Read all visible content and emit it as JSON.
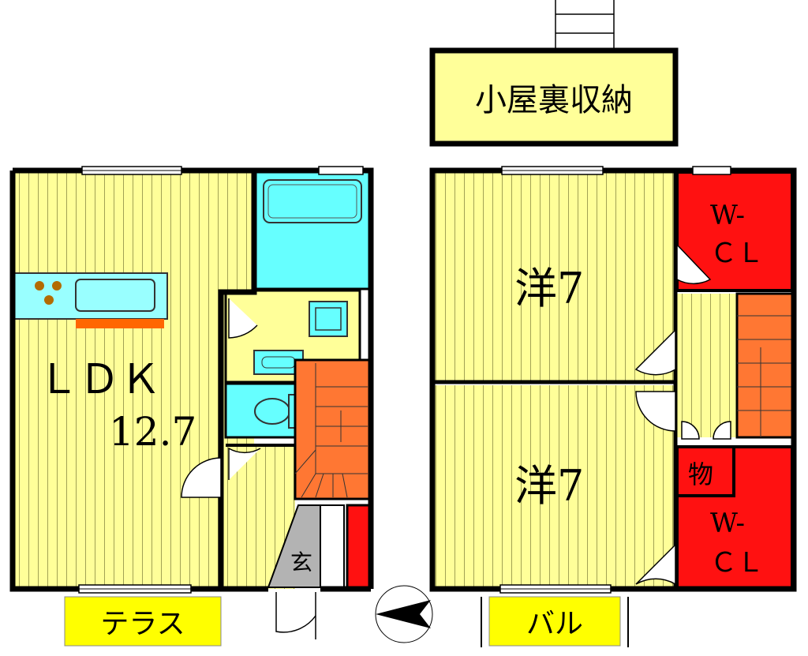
{
  "rooms": {
    "ldk_name": "ＬＤＫ",
    "ldk_size": "12.7",
    "attic_storage": "小屋裏収納",
    "western_room_1": "洋7",
    "western_room_2": "洋7",
    "closet_top_line1": "W-",
    "closet_top_line2": "ＣＬ",
    "closet_bottom_line1": "W-",
    "closet_bottom_line2": "ＣＬ",
    "storage": "物",
    "entrance": "玄"
  },
  "outdoor": {
    "terrace": "テラス",
    "balcony": "バル"
  },
  "colors": {
    "floor_yellow": "#ffff99",
    "wall": "#000000",
    "bath_cyan": "#66ffff",
    "stairs_orange": "#ff7733",
    "closet_red": "#ff1111",
    "entrance_gray": "#b3b3b3",
    "counter_orange": "#ff6600",
    "label_yellow": "#ffff00"
  },
  "icons": {
    "compass": "north-arrow-icon"
  }
}
